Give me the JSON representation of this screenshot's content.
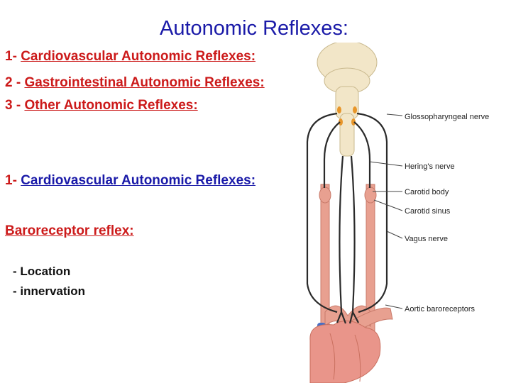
{
  "slide": {
    "title": "Autonomic Reflexes:",
    "items": [
      {
        "number": "1- ",
        "text": "Cardiovascular Autonomic Reflexes:"
      },
      {
        "number": "2 - ",
        "text": "Gastrointestinal Autonomic Reflexes:"
      },
      {
        "number": "3 - ",
        "text": "Other Autonomic Reflexes:"
      }
    ],
    "section_heading": {
      "number": "1- ",
      "text": "Cardiovascular Autonomic Reflexes:"
    },
    "subheading": "Baroreceptor reflex:",
    "bullets": [
      "- Location",
      "- innervation"
    ]
  },
  "figure": {
    "labels": {
      "glossopharyngeal": "Glossopharyngeal nerve",
      "herings": "Hering's nerve",
      "carotid_body": "Carotid body",
      "carotid_sinus": "Carotid sinus",
      "vagus": "Vagus nerve",
      "aortic": "Aortic baroreceptors"
    },
    "colors": {
      "brain": "#f2e6c8",
      "nerve": "#2a2a2a",
      "ganglion": "#e8962a",
      "artery": "#e8a090",
      "heart": "#e9958a",
      "vein": "#4a6fc4"
    }
  }
}
